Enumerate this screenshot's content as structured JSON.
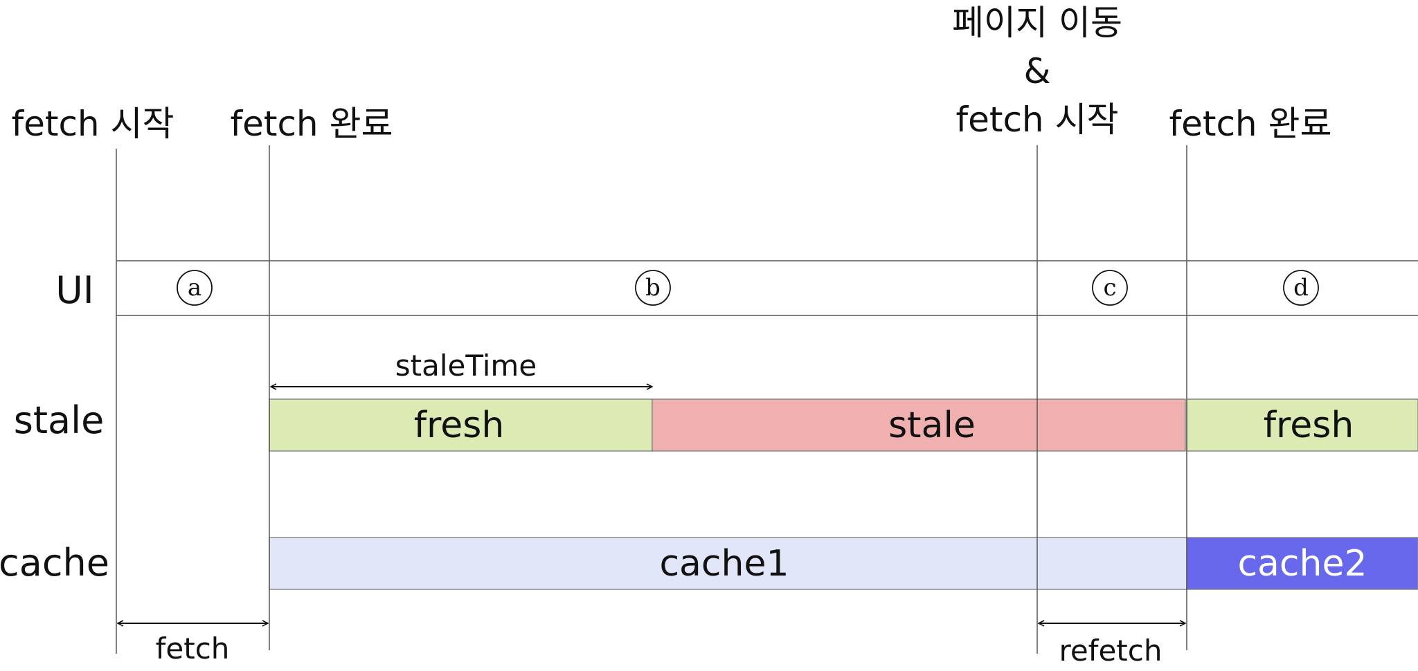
{
  "events": {
    "fetch_start": "fetch 시작",
    "fetch_done": "fetch 완료",
    "page_move_line1": "페이지 이동",
    "page_move_line2": "&",
    "page_move_line3": "fetch 시작",
    "fetch_done_2": "fetch 완료"
  },
  "rows": {
    "ui": "UI",
    "stale": "stale",
    "cache": "cache"
  },
  "ui_states": [
    "a",
    "b",
    "c",
    "d"
  ],
  "stale_row": {
    "stale_time_label": "staleTime",
    "fresh_1": "fresh",
    "stale": "stale",
    "fresh_2": "fresh"
  },
  "cache_row": {
    "cache_1": "cache1",
    "cache_2": "cache2"
  },
  "intervals": {
    "fetch": "fetch",
    "refetch": "refetch"
  },
  "colors": {
    "fresh": "#dbebb3",
    "stale": "#f0b0b0",
    "cache1": "#e2e6f9",
    "cache2": "#6868ec",
    "line": "#555555"
  }
}
